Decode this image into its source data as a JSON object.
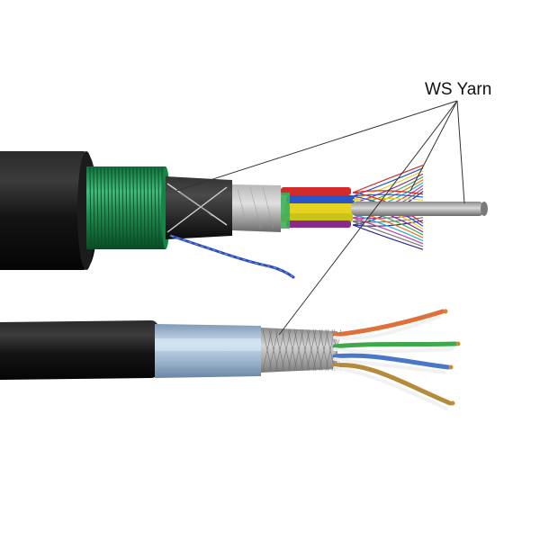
{
  "annotation": {
    "label": "WS Yarn"
  },
  "colors": {
    "background": "#ffffff",
    "jacket": "#161616",
    "armor": "#1f9a54",
    "shield_foil": "#9fb8cf",
    "leader_line": "#333333"
  },
  "components": {
    "upper_cable": [
      "outer-jacket",
      "corrugated-armor",
      "inner-jacket",
      "water-blocking-tape",
      "loose-tubes",
      "fibers",
      "central-strength-member",
      "ripcord"
    ],
    "lower_cable": [
      "outer-jacket",
      "foil-shield",
      "braid-shield",
      "twisted-pairs"
    ]
  }
}
